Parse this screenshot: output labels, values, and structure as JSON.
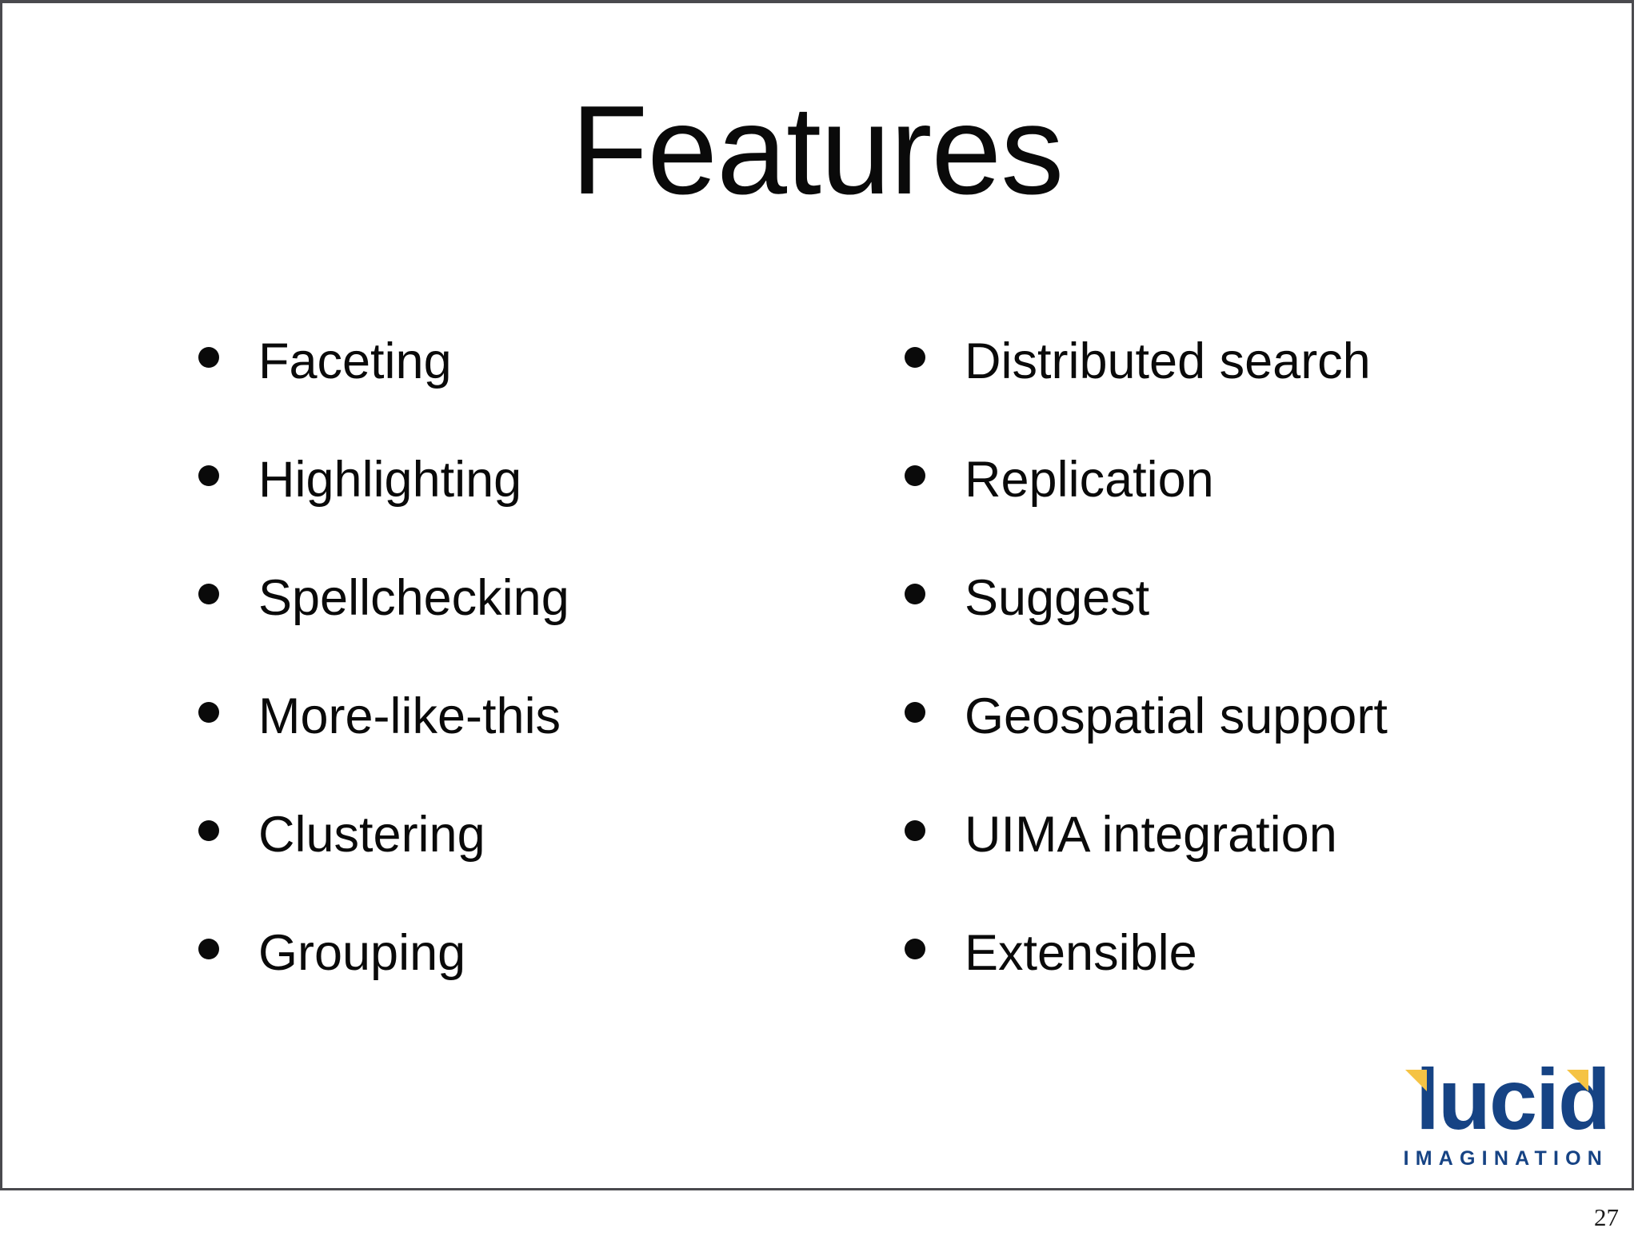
{
  "slide": {
    "title": "Features",
    "page_number": "27",
    "bullet_glyph": "•",
    "columns": {
      "left": [
        {
          "label": "Faceting"
        },
        {
          "label": "Highlighting"
        },
        {
          "label": "Spellchecking"
        },
        {
          "label": "More-like-this"
        },
        {
          "label": "Clustering"
        },
        {
          "label": "Grouping"
        }
      ],
      "right": [
        {
          "label": "Distributed search"
        },
        {
          "label": "Replication"
        },
        {
          "label": "Suggest"
        },
        {
          "label": "Geospatial support"
        },
        {
          "label": "UIMA integration"
        },
        {
          "label": "Extensible"
        }
      ]
    },
    "logo": {
      "wordmark": "lucid",
      "tagline": "IMAGINATION",
      "brand_blue": "#164384",
      "brand_gold": "#f5c344"
    },
    "border_color": "#4a4a4e",
    "background_color": "#ffffff",
    "text_color": "#0a0a0a"
  }
}
